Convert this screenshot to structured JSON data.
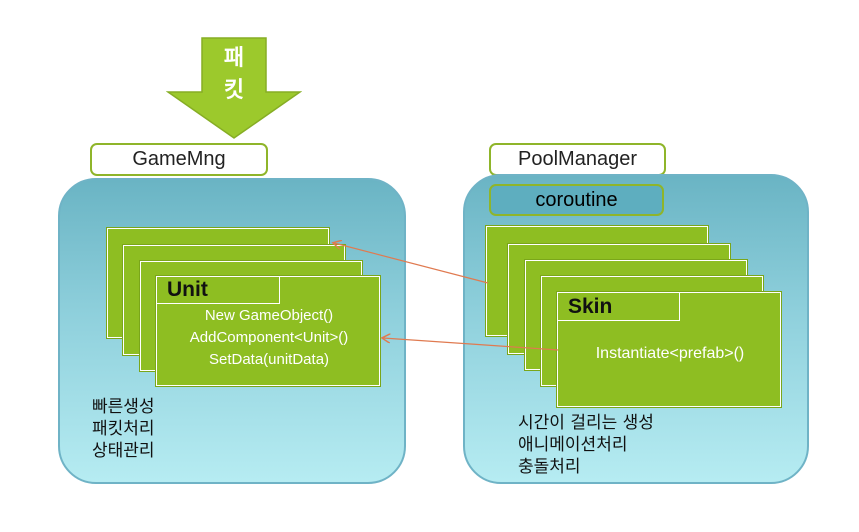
{
  "packet_arrow": {
    "line1": "패",
    "line2": "킷"
  },
  "game_mng": {
    "title": "GameMng",
    "card": {
      "title": "Unit",
      "lines": [
        "New GameObject()",
        "AddComponent<Unit>()",
        "SetData(unitData)"
      ]
    },
    "notes": [
      "빠른생성",
      "패킷처리",
      "상태관리"
    ]
  },
  "pool_manager": {
    "title": "PoolManager",
    "sub_label": "coroutine",
    "card": {
      "title": "Skin",
      "lines": [
        "Instantiate<prefab>()"
      ]
    },
    "notes": [
      "시간이 걸리는 생성",
      "애니메이션처리",
      "충돌처리"
    ]
  },
  "colors": {
    "card_green": "#8ebe22",
    "container_teal": "#6ab4c4",
    "connector": "#e07a50"
  }
}
